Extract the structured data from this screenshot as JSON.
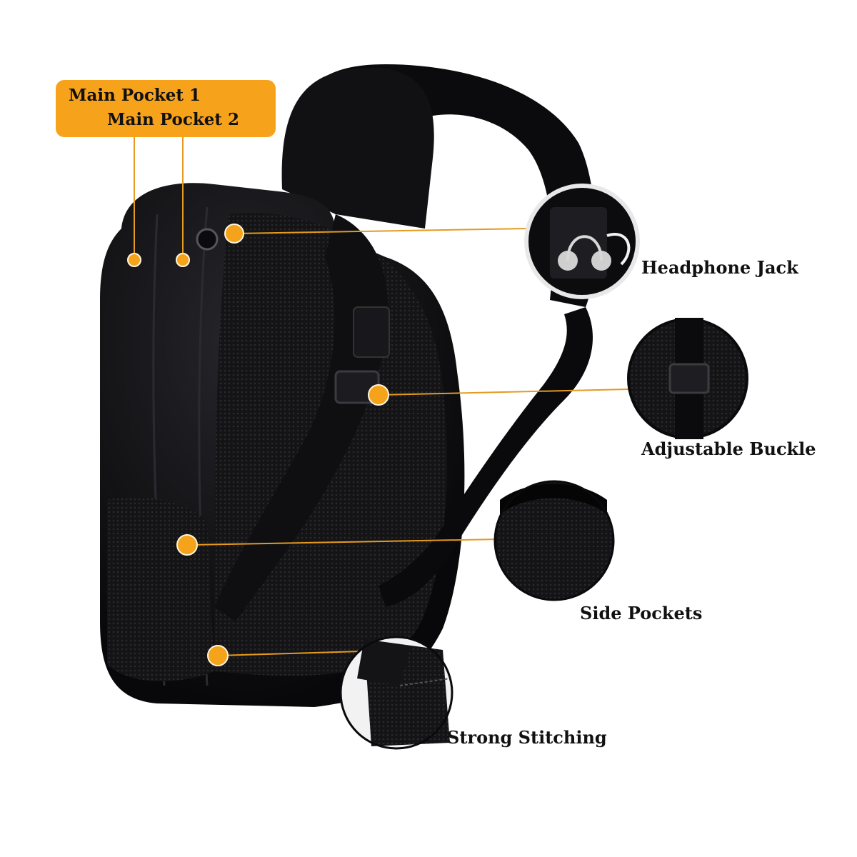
{
  "callouts": {
    "main_pocket_1": "Main Pocket 1",
    "main_pocket_2": "Main Pocket  2",
    "headphone_jack": "Headphone Jack",
    "adjustable_buckle": "Adjustable Buckle",
    "side_pockets": "Side Pockets",
    "strong_stitching": "Strong Stitching"
  },
  "colors": {
    "accent": "#f7a21b",
    "marker": "#f5a31a",
    "bag": "#0d0d0f",
    "background": "#ffffff"
  }
}
